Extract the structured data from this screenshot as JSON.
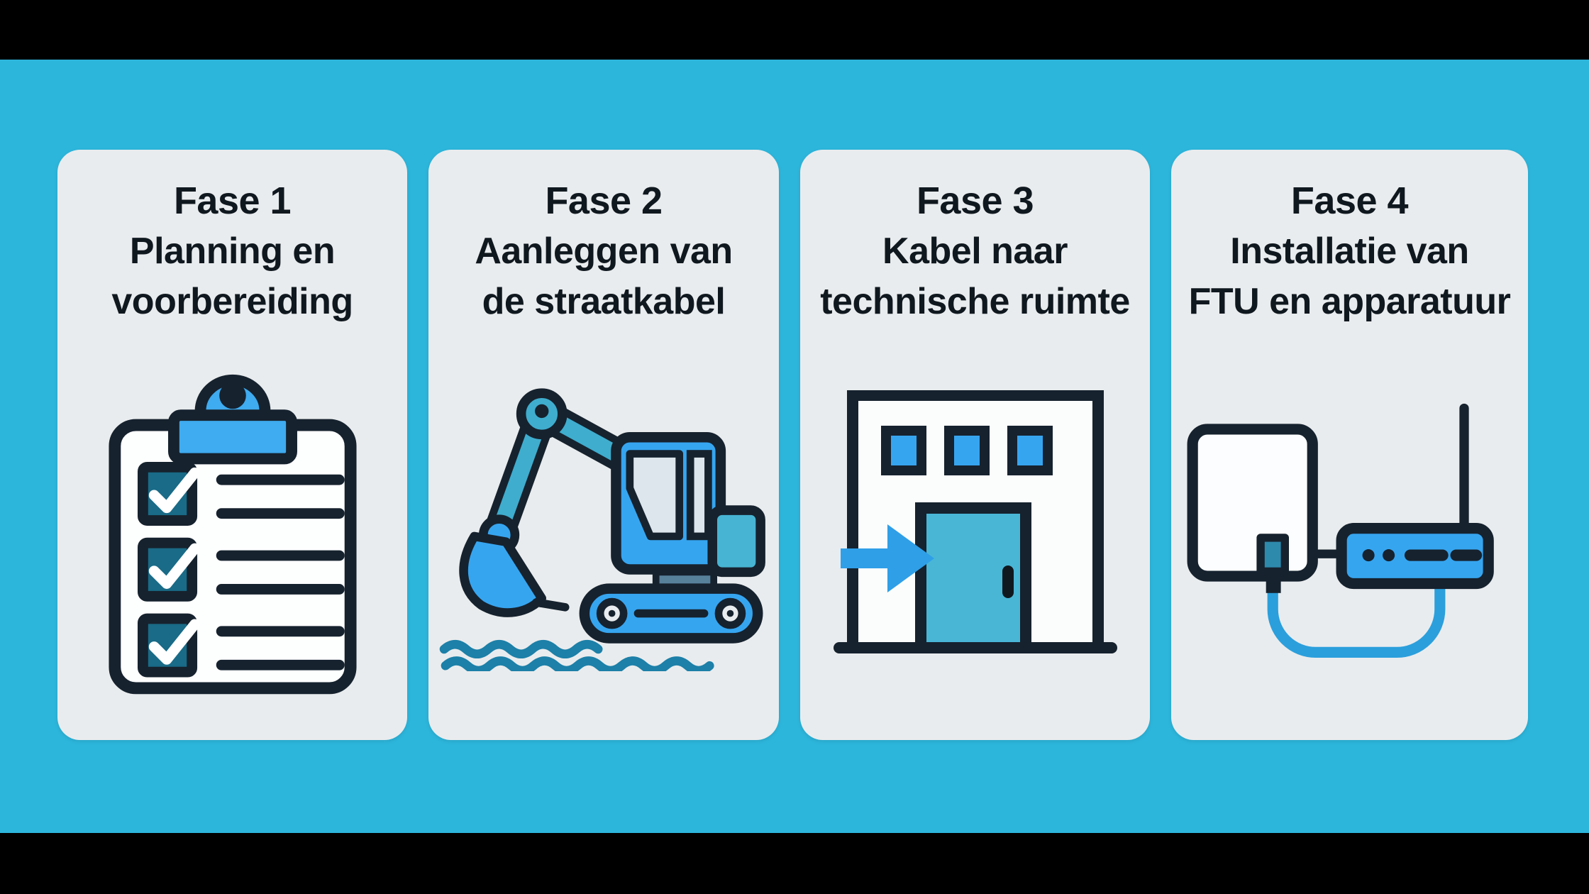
{
  "colors": {
    "background_cyan": "#2DB6DC",
    "letterbox_black": "#000000",
    "card_background": "#E9ECEE",
    "text_dark": "#10181F",
    "outline_ink": "#16222E",
    "accent_blue": "#36A5F0",
    "teal": "#47B4D3",
    "checkbox_teal": "#196B87",
    "wave_teal": "#1C80A8",
    "cable_blue": "#2B9FDC",
    "window_gray": "#DCE6EC"
  },
  "phases": [
    {
      "fase": "Fase 1",
      "title_line1": "Planning en",
      "title_line2": "voorbereiding",
      "icon": "clipboard-checklist-icon"
    },
    {
      "fase": "Fase 2",
      "title_line1": "Aanleggen van",
      "title_line2": "de straatkabel",
      "icon": "excavator-icon"
    },
    {
      "fase": "Fase 3",
      "title_line1": "Kabel naar",
      "title_line2": "technische ruimte",
      "icon": "building-entry-arrow-icon"
    },
    {
      "fase": "Fase 4",
      "title_line1": "Installatie van",
      "title_line2": "FTU en apparatuur",
      "icon": "ftu-router-icon"
    }
  ]
}
